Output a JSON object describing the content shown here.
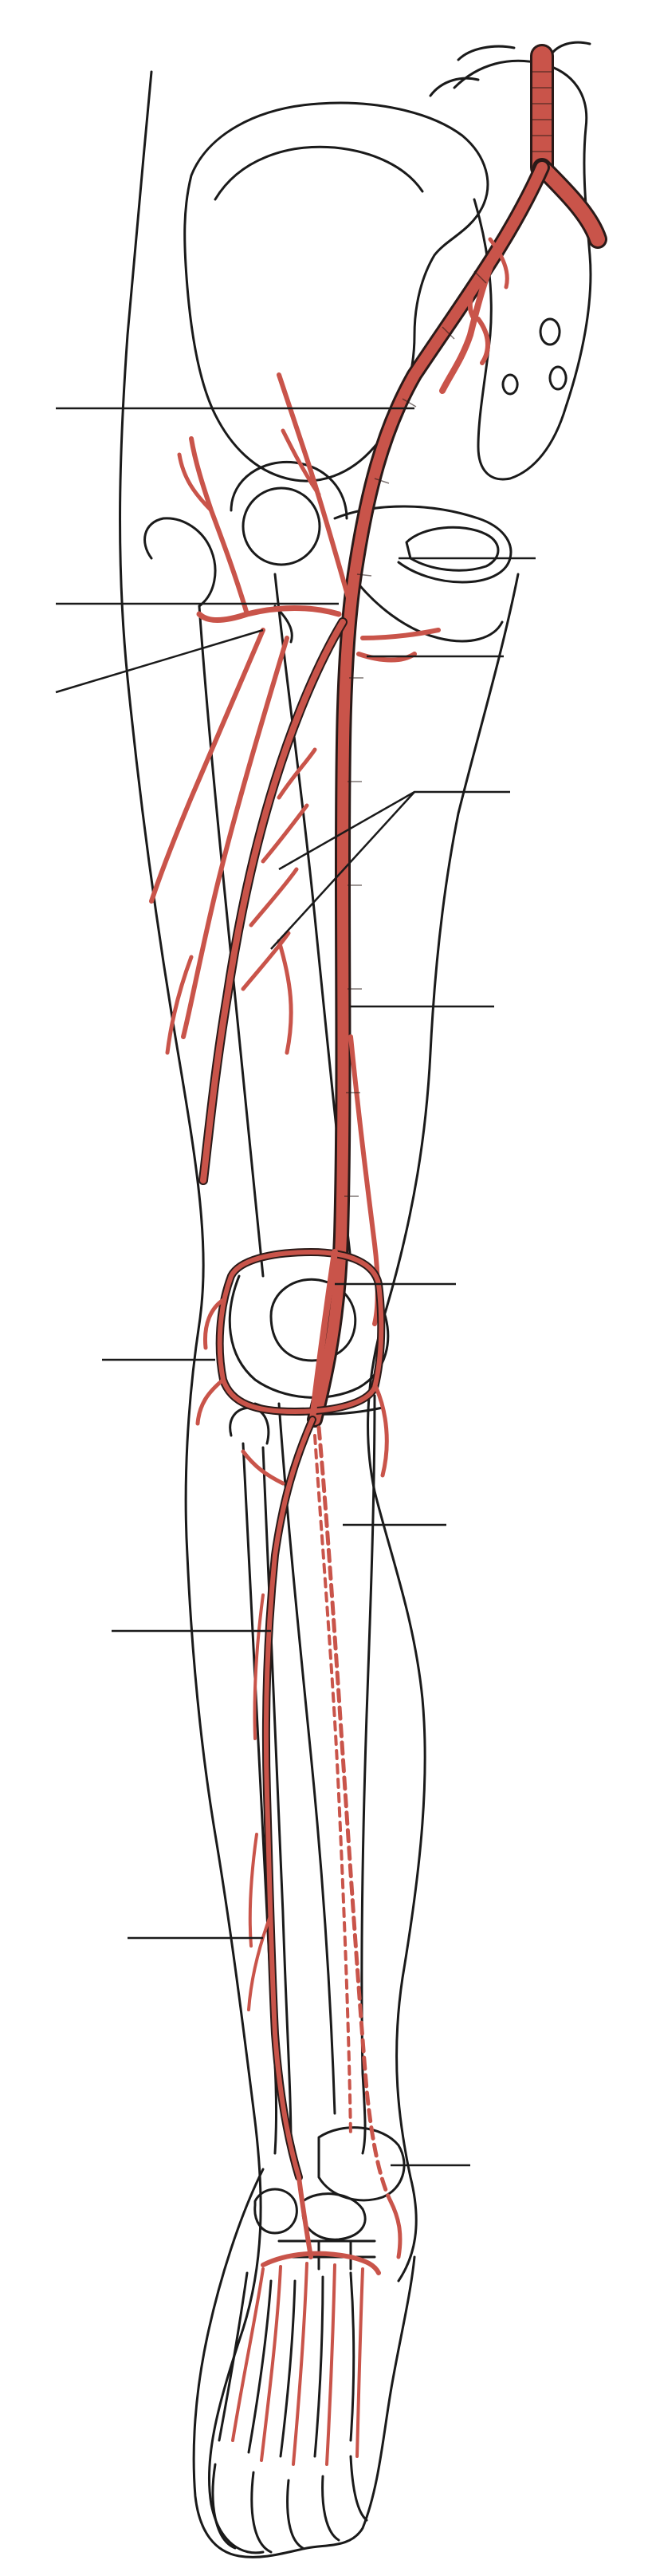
{
  "figure": {
    "description_type": "anatomical illustration",
    "palette": {
      "background": "#ffffff",
      "outline": "#1a1a1a",
      "artery": "#c9544a",
      "artery_dark": "#2a1a18"
    },
    "leader_lines": [
      {
        "id": "ll-1",
        "side": "left"
      },
      {
        "id": "ll-2",
        "side": "right"
      },
      {
        "id": "ll-3",
        "side": "left"
      },
      {
        "id": "ll-4",
        "side": "left"
      },
      {
        "id": "ll-5",
        "side": "right"
      },
      {
        "id": "ll-6",
        "side": "right"
      },
      {
        "id": "ll-7",
        "side": "right"
      },
      {
        "id": "ll-8",
        "side": "right"
      },
      {
        "id": "ll-9",
        "side": "left"
      },
      {
        "id": "ll-10",
        "side": "right"
      },
      {
        "id": "ll-11",
        "side": "left"
      },
      {
        "id": "ll-12",
        "side": "left"
      },
      {
        "id": "ll-13",
        "side": "right"
      }
    ]
  }
}
